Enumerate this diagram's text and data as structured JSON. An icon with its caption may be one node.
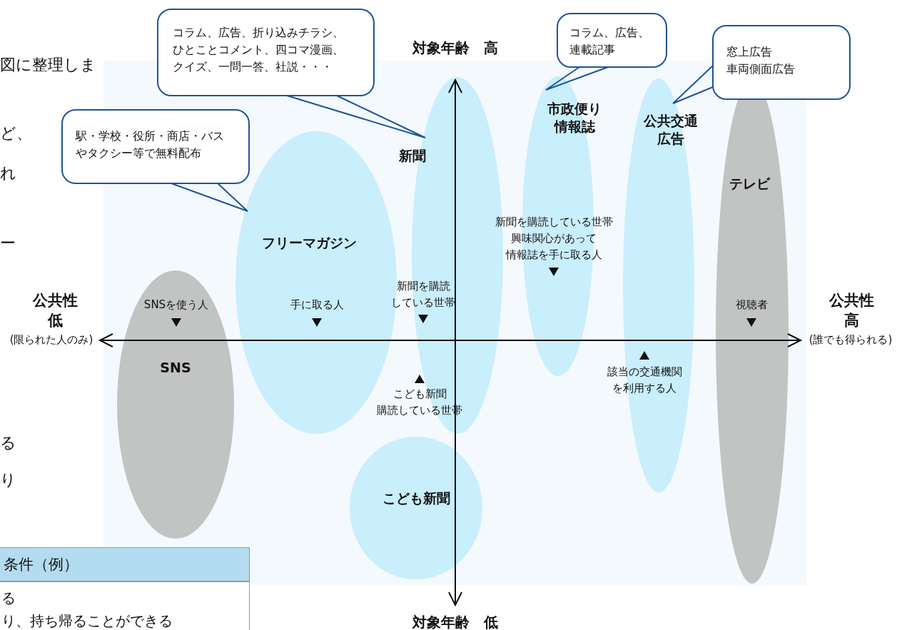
{
  "diagram": {
    "nodes": [
      {
        "text": [
          "コラム、広告、折り込みチラシ、ひとことコメント、四コマ漫画、クイズ、一問一答、社説・・・"
        ]
      },
      {
        "text": [
          "コラム、広告、連載記事"
        ]
      },
      {
        "text": [
          "窓上広告車両側面広告"
        ]
      },
      {
        "text": [
          "駅・学校・役所・商店・バスやタクシー等で無料配布"
        ]
      },
      {
        "text": [
          "新聞"
        ]
      },
      {
        "text": [
          "市政便り情報誌"
        ]
      },
      {
        "text": [
          "公共交通広告"
        ]
      },
      {
        "text": [
          "テレビ"
        ]
      },
      {
        "text": [
          "フリーマガジン"
        ]
      },
      {
        "text": [
          "SNS"
        ]
      },
      {
        "text": [
          "こども新聞"
        ]
      }
    ],
    "edges": [
      {
        "from": 0,
        "to": 4,
        "arrow": "none"
      },
      {
        "from": 1,
        "to": 5,
        "arrow": "none"
      },
      {
        "from": 2,
        "to": 6,
        "arrow": "none"
      },
      {
        "from": 3,
        "to": 8,
        "arrow": "none"
      }
    ],
    "labels": [
      "図に整理しま",
      "対象年齢　高",
      "ど、",
      "れ",
      "ー",
      "新聞を購読している世帯興味関心があって情報誌を手に取る人",
      "新聞を購読している世帯",
      "公共性",
      "低",
      "SNSを使う人",
      "手に取る人",
      "視聴者",
      "公共性",
      "高",
      "(限られた人のみ)",
      "(誰でも得られる)",
      "該当の交通機関を利用する人",
      "こども新聞購読している世帯",
      "る",
      "り",
      "条件（例）",
      "る",
      "り、持ち帰ることができる",
      "対象年齢　低"
    ]
  }
}
